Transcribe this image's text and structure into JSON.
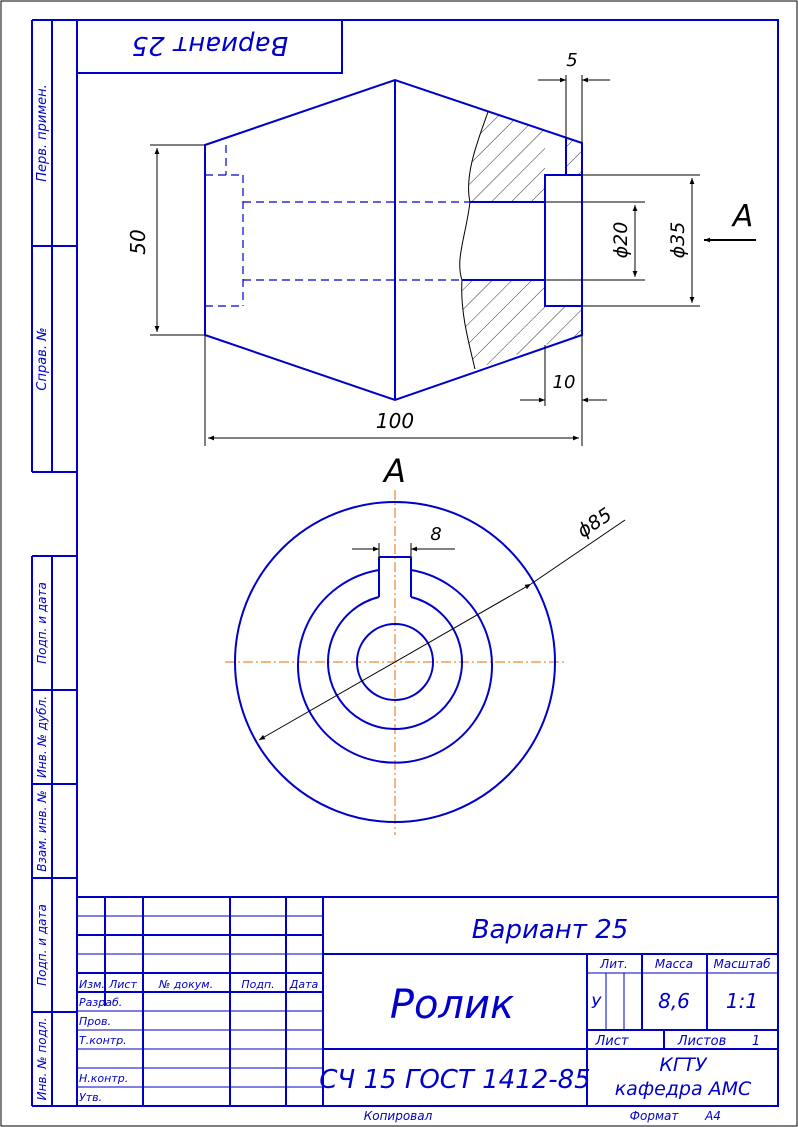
{
  "variant_box": {
    "text": "Вариант 25"
  },
  "side_margin": {
    "perv_primen": "Перв. примен.",
    "sprav_no": "Справ. №",
    "podp_data_1": "Подп. и дата",
    "inv_dubl": "Инв. № дубл.",
    "vzam_inv": "Взам. инв. №",
    "podp_data_2": "Подп. и дата",
    "inv_podl": "Инв. № подл."
  },
  "dimensions": {
    "d5": "5",
    "d50": "50",
    "d20": "ϕ20",
    "d35": "ϕ35",
    "d10": "10",
    "d100": "100",
    "d8": "8",
    "d85": "ϕ85"
  },
  "view_label": {
    "arrow_side": "A",
    "view_title": "A"
  },
  "title_block": {
    "variant": "Вариант 25",
    "name": "Ролик",
    "material": "СЧ 15 ГОСТ 1412-85",
    "org_line1": "КГТУ",
    "org_line2": "кафедра АМС",
    "headers": {
      "izm": "Изм.",
      "list": "Лист",
      "docum": "№ докум.",
      "podp": "Подп.",
      "data": "Дата"
    },
    "roles": {
      "razrab": "Разраб.",
      "prov": "Пров.",
      "tkontr": "Т.контр.",
      "nkontr": "Н.контр.",
      "utv": "Утв."
    },
    "lit_label": "Лит.",
    "lit_value": "У",
    "mass_label": "Масса",
    "mass_value": "8,6",
    "scale_label": "Масштаб",
    "scale_value": "1:1",
    "sheet_label": "Лист",
    "sheets_label": "Листов",
    "sheets_value": "1"
  },
  "footer": {
    "copied": "Копировал",
    "format_label": "Формат",
    "format_value": "А4"
  },
  "colors": {
    "drawing": "#0000c8",
    "dimension": "#000000",
    "centerline": "#e07000"
  }
}
